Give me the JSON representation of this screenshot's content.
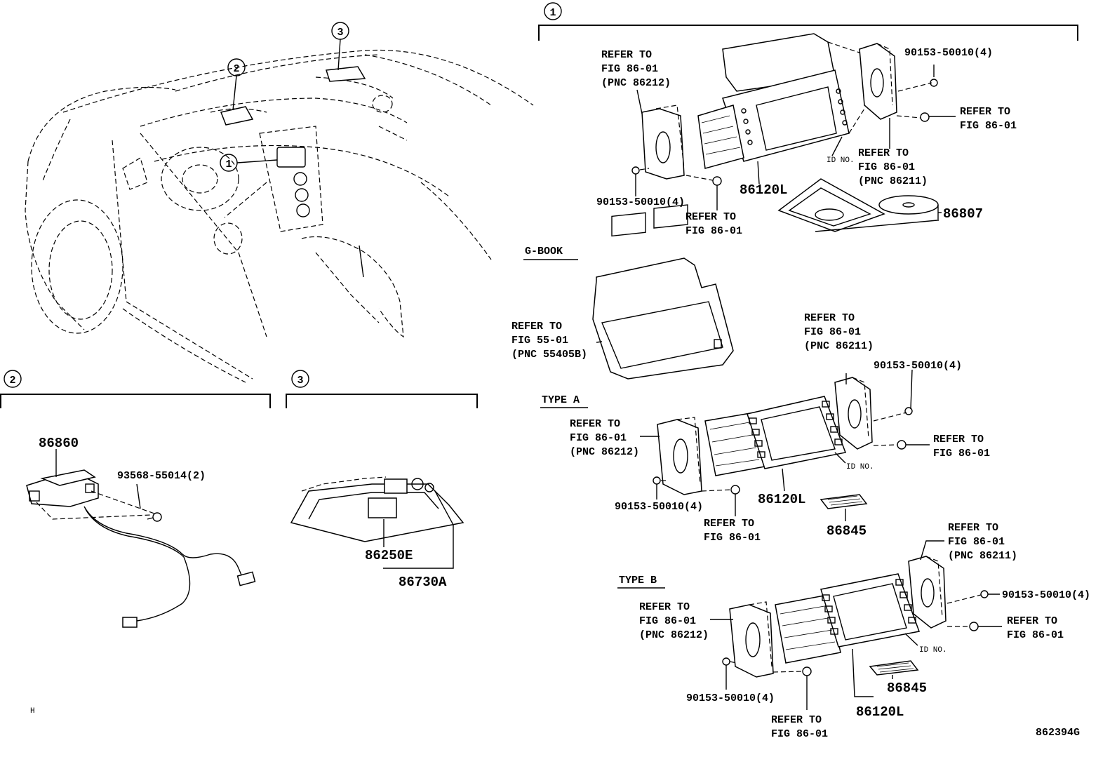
{
  "diagram": {
    "sections": {
      "s1": "1",
      "s2": "2",
      "s3": "3"
    },
    "section1": {
      "refer_upper_left": [
        "REFER TO",
        "FIG 86-01",
        "(PNC 86212)"
      ],
      "bolt_top_right": "90153-50010(4)",
      "refer_right": [
        "REFER TO",
        "FIG 86-01"
      ],
      "refer_mid_right": [
        "REFER TO",
        "FIG 86-01",
        "(PNC 86211)"
      ],
      "id_no": "ID NO.",
      "part_main": "86120L",
      "bolt_lower_left": "90153-50010(4)",
      "refer_lower": [
        "REFER TO",
        "FIG 86-01"
      ],
      "part_disc": "86807"
    },
    "gbook": {
      "title": "G-BOOK",
      "refer": [
        "REFER TO",
        "FIG 55-01",
        "(PNC 55405B)"
      ]
    },
    "type_a": {
      "title": "TYPE A",
      "refer_top": [
        "REFER TO",
        "FIG 86-01",
        "(PNC 86211)"
      ],
      "bolt_top": "90153-50010(4)",
      "refer_left": [
        "REFER TO",
        "FIG 86-01",
        "(PNC 86212)"
      ],
      "refer_right": [
        "REFER TO",
        "FIG 86-01"
      ],
      "id_no": "ID NO.",
      "bolt_bottom": "90153-50010(4)",
      "part_main": "86120L",
      "refer_bottom": [
        "REFER TO",
        "FIG 86-01"
      ],
      "part_card": "86845"
    },
    "type_b": {
      "title": "TYPE B",
      "refer_top": [
        "REFER TO",
        "FIG 86-01",
        "(PNC 86211)"
      ],
      "bolt_top": "90153-50010(4)",
      "refer_left": [
        "REFER TO",
        "FIG 86-01",
        "(PNC 86212)"
      ],
      "refer_right": [
        "REFER TO",
        "FIG 86-01"
      ],
      "id_no": "ID NO.",
      "part_card": "86845",
      "bolt_bottom": "90153-50010(4)",
      "part_main": "86120L",
      "refer_bottom": [
        "REFER TO",
        "FIG 86-01"
      ]
    },
    "section2": {
      "part_main": "86860",
      "bolt": "93568-55014(2)"
    },
    "section3": {
      "part_lamp": "86250E",
      "part_assy": "86730A"
    },
    "corner_mark": "H",
    "figure_id": "862394G"
  }
}
